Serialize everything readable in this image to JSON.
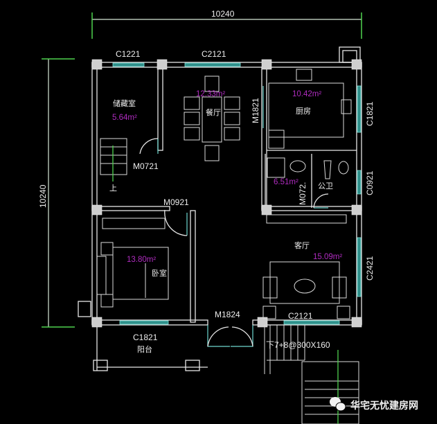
{
  "dimensions": {
    "top": "10240",
    "left": "10240"
  },
  "windows": {
    "storage_top": "C1221",
    "dining_top": "C2121",
    "kitchen_right": "C1821",
    "bath_right": "C0921",
    "living_right": "C2421",
    "living_bottom": "C2121",
    "bedroom_bottom": "C1821"
  },
  "doors": {
    "storage": "M0721",
    "kitchen": "M1821",
    "bath": "M072.",
    "bedroom": "M0921",
    "entrance": "M1824"
  },
  "rooms": {
    "storage": {
      "name": "储藏室",
      "area": "5.64m²"
    },
    "dining": {
      "name": "餐厅",
      "area": "12.33m²"
    },
    "kitchen": {
      "name": "厨房",
      "area": "10.42m²"
    },
    "bath": {
      "name": "公卫",
      "area": "6.51m²"
    },
    "bedroom": {
      "name": "卧室",
      "area": "13.80m²"
    },
    "living": {
      "name": "客厅",
      "area": "15.09m²"
    },
    "balcony": {
      "name": "阳台"
    }
  },
  "stairs": {
    "up_label": "上",
    "spec": "下7+8@300X160"
  },
  "watermark": "华宅无忧建房网"
}
